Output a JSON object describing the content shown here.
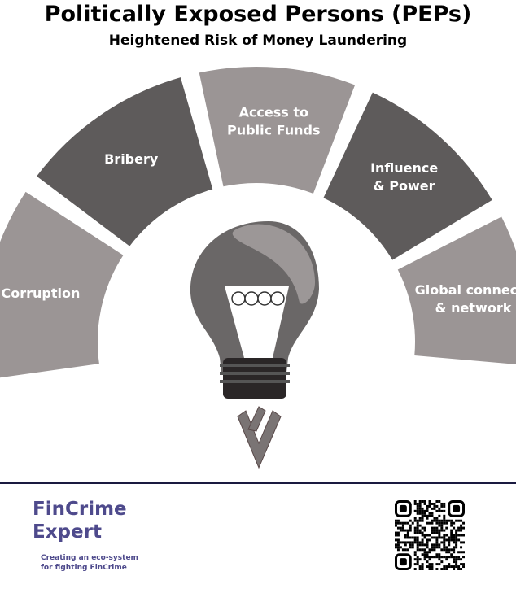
{
  "header": {
    "title": "Politically Exposed Persons (PEPs)",
    "subtitle": "Heightened Risk of Money Laundering"
  },
  "segments": [
    {
      "lines": [
        "Corruption"
      ],
      "color": "#9b9595"
    },
    {
      "lines": [
        "Bribery"
      ],
      "color": "#5e5b5b"
    },
    {
      "lines": [
        "Access to",
        "Public Funds"
      ],
      "color": "#9b9595"
    },
    {
      "lines": [
        "Influence",
        "& Power"
      ],
      "color": "#5e5b5b"
    },
    {
      "lines": [
        "Global connects",
        "& network"
      ],
      "color": "#9b9595"
    }
  ],
  "footer": {
    "logo_line1": "FinCrime",
    "logo_line2": "Expert",
    "tagline_line1": "Creating an eco-system",
    "tagline_line2": "for fighting FinCrime"
  }
}
